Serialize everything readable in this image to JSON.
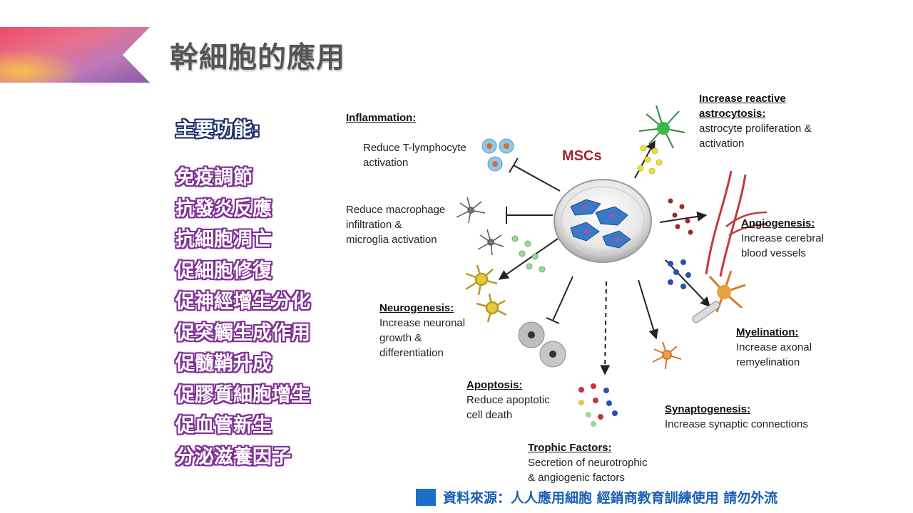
{
  "slide": {
    "title": "幹細胞的應用",
    "functions_heading": "主要功能:",
    "functions": [
      "免疫調節",
      "抗發炎反應",
      "抗細胞凋亡",
      "促細胞修復",
      "促神經增生分化",
      "促突觸生成作用",
      "促髓鞘升成",
      "促膠質細胞增生",
      "促血管新生",
      "分泌滋養因子"
    ],
    "source": "資料來源：人人應用細胞 經銷商教育訓練使用 請勿外流"
  },
  "diagram": {
    "center_label": "MSCs",
    "effects": [
      {
        "title": "Inflammation:",
        "desc": [
          "Reduce T-lymphocyte",
          "activation"
        ]
      },
      {
        "title": "",
        "desc": [
          "Reduce macrophage",
          "infiltration &",
          "microglia activation"
        ]
      },
      {
        "title": "Neurogenesis:",
        "desc": [
          "Increase neuronal",
          "growth &",
          "differentiation"
        ]
      },
      {
        "title": "Apoptosis:",
        "desc": [
          "Reduce apoptotic",
          "cell death"
        ]
      },
      {
        "title": "Trophic Factors:",
        "desc": [
          "Secretion of neurotrophic",
          "& angiogenic factors"
        ]
      },
      {
        "title": "Synaptogenesis:",
        "desc": [
          "Increase synaptic connections"
        ]
      },
      {
        "title": "Myelination:",
        "desc": [
          "Increase axonal",
          "remyelination"
        ]
      },
      {
        "title": "Angiogenesis:",
        "desc": [
          "Increase cerebral",
          "blood vessels"
        ]
      },
      {
        "title": "Increase reactive astrocytosis:",
        "title_lines": [
          "Increase reactive",
          "astrocytosis:"
        ],
        "desc": [
          "astrocyte proliferation &",
          "activation"
        ]
      }
    ]
  },
  "colors": {
    "title": "#555555",
    "heading_outline": "#1d2f6b",
    "function_outline": "#7d2f93",
    "source_text": "#1a5fb4",
    "msc_label": "#a02828",
    "cell_blue": "#3a78c8"
  }
}
